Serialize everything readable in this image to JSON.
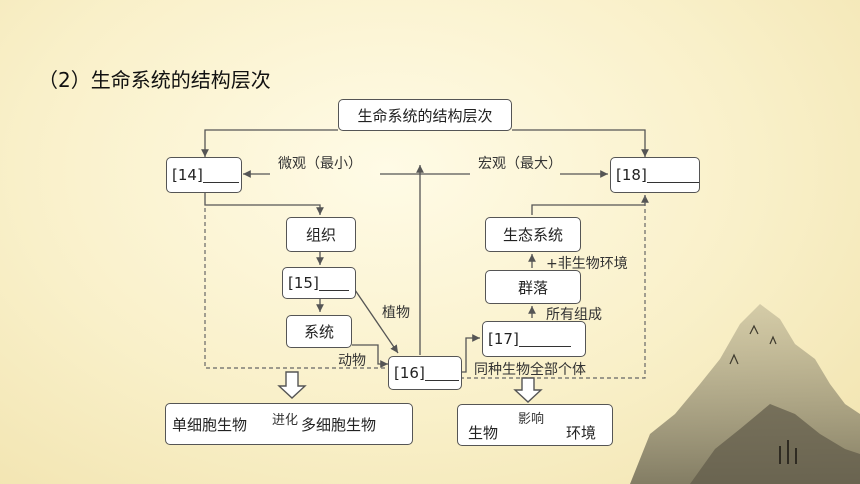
{
  "heading": "（2）生命系统的结构层次",
  "diagram": {
    "root": "生命系统的结构层次",
    "micro_label": "微观（最小）",
    "macro_label": "宏观（最大）",
    "box14": "[14]",
    "box18": "[18]",
    "tissue": "组织",
    "box15": "[15]",
    "system": "系统",
    "box16": "[16]",
    "box17": "[17]",
    "community": "群落",
    "ecosystem": "生态系统",
    "plant_label": "植物",
    "animal_label": "动物",
    "nonbio_label": "+非生物环境",
    "all_label": "所有组成",
    "same_species_label": "同种生物全部个体",
    "left_bottom": {
      "from": "单细胞生物",
      "arrow_label": "进化",
      "to": "多细胞生物"
    },
    "right_bottom": {
      "top_label": "影响",
      "left": "生物",
      "right": "环境"
    }
  }
}
